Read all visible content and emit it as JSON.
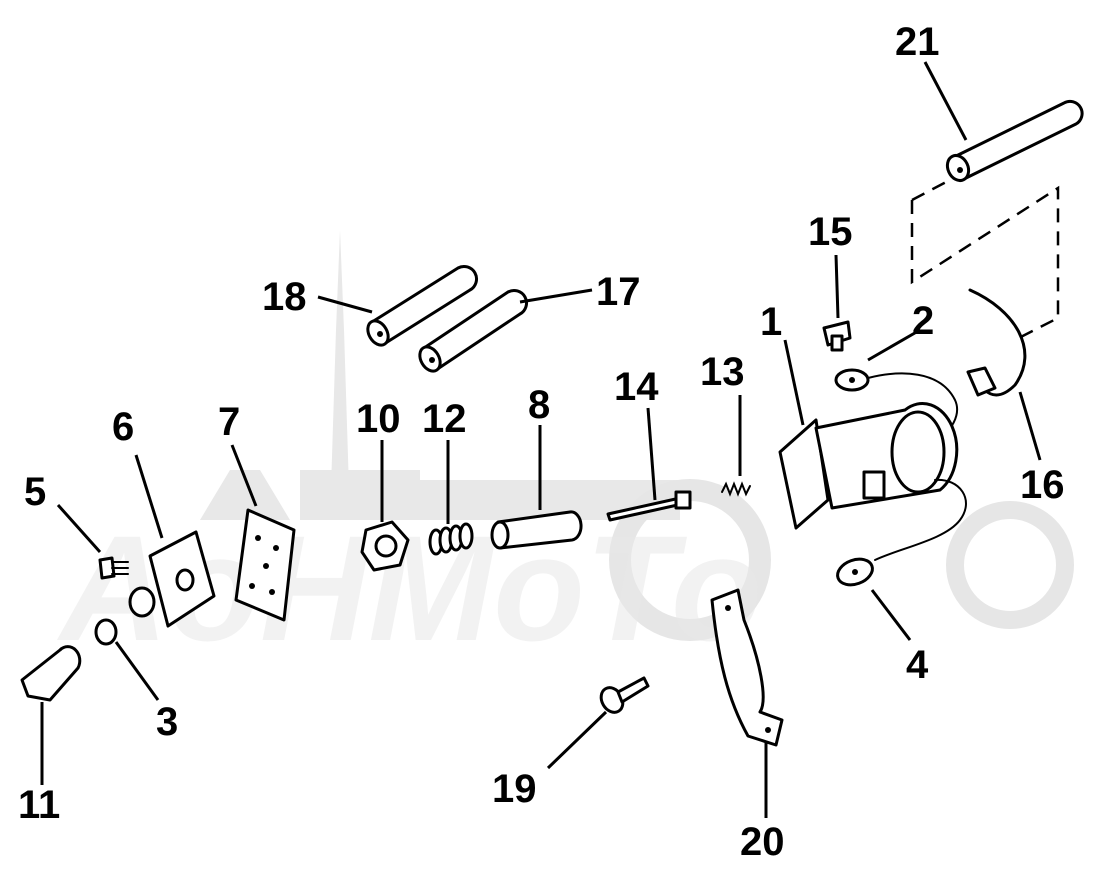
{
  "diagram": {
    "parts": [
      {
        "id": "1",
        "label": "1"
      },
      {
        "id": "2",
        "label": "2"
      },
      {
        "id": "3",
        "label": "3"
      },
      {
        "id": "4",
        "label": "4"
      },
      {
        "id": "5",
        "label": "5"
      },
      {
        "id": "6",
        "label": "6"
      },
      {
        "id": "7",
        "label": "7"
      },
      {
        "id": "8",
        "label": "8"
      },
      {
        "id": "10",
        "label": "10"
      },
      {
        "id": "11",
        "label": "11"
      },
      {
        "id": "12",
        "label": "12"
      },
      {
        "id": "13",
        "label": "13"
      },
      {
        "id": "14",
        "label": "14"
      },
      {
        "id": "15",
        "label": "15"
      },
      {
        "id": "16",
        "label": "16"
      },
      {
        "id": "17",
        "label": "17"
      },
      {
        "id": "18",
        "label": "18"
      },
      {
        "id": "19",
        "label": "19"
      },
      {
        "id": "20",
        "label": "20"
      },
      {
        "id": "21",
        "label": "21"
      }
    ]
  },
  "watermark": {
    "text": "AoHMoTo"
  }
}
